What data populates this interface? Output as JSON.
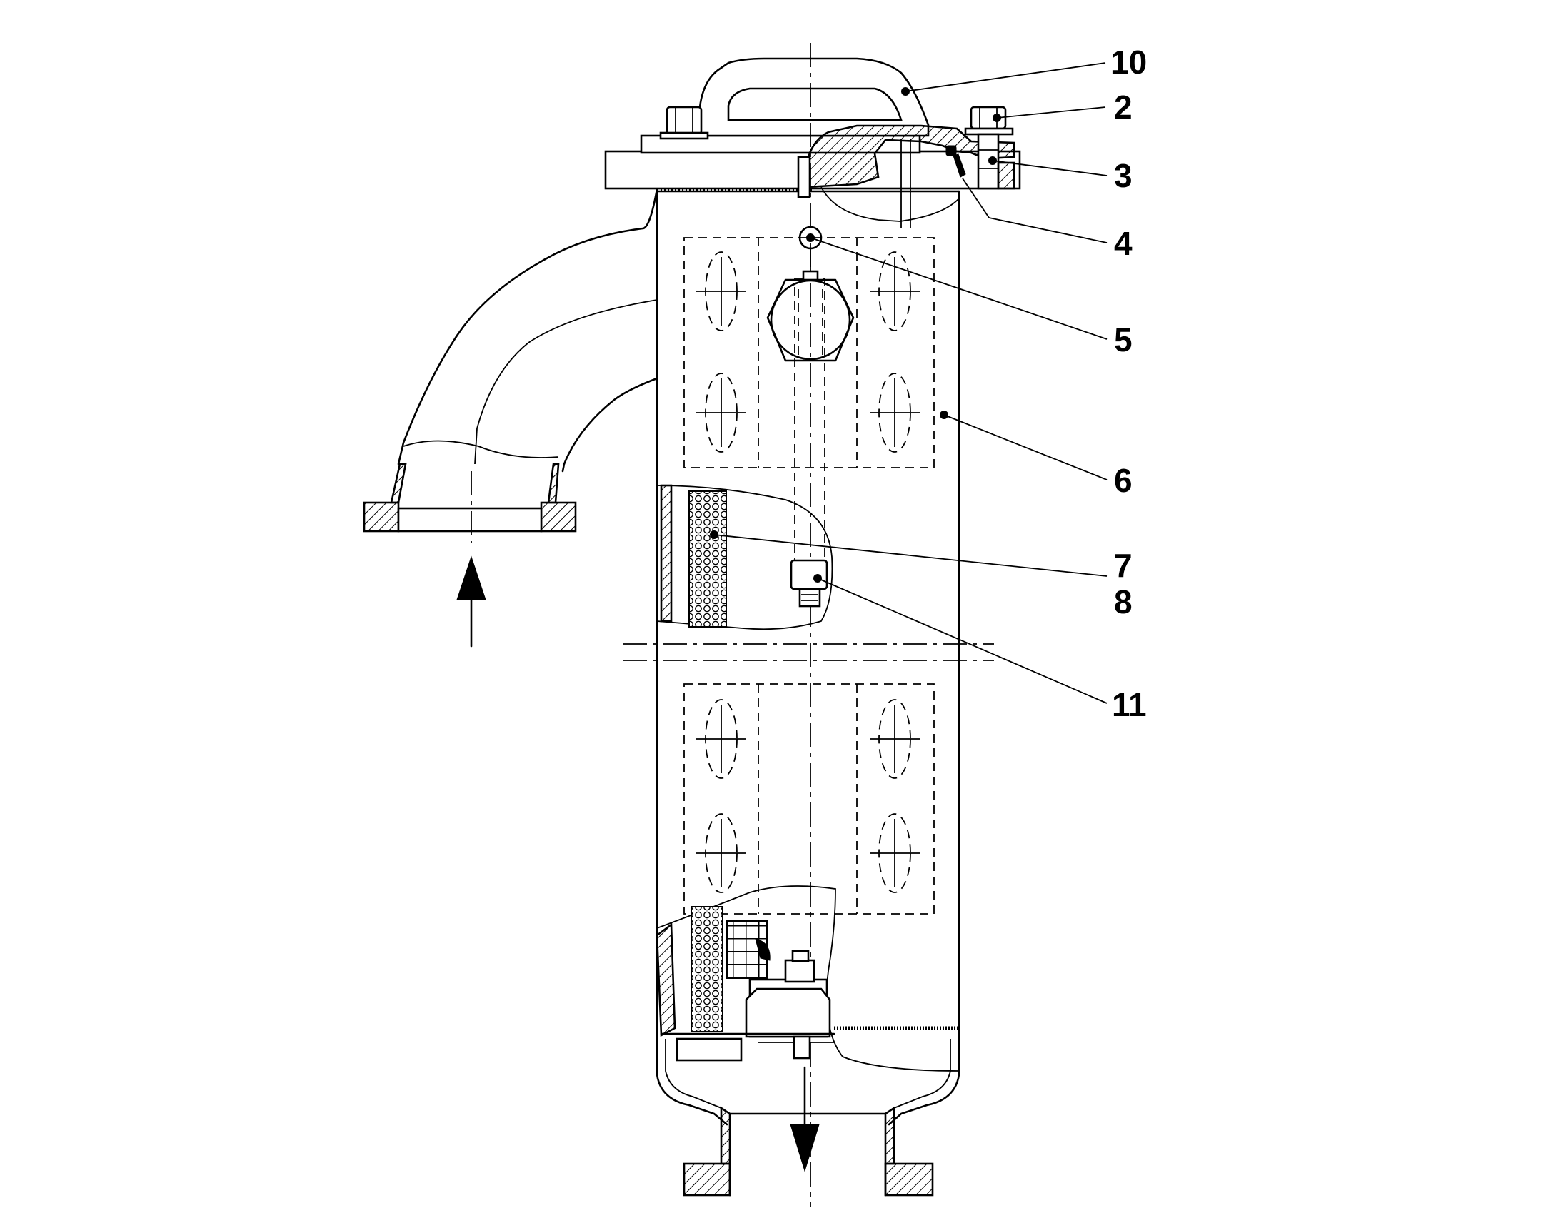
{
  "callouts": [
    {
      "id": "10",
      "label": "10"
    },
    {
      "id": "2",
      "label": "2"
    },
    {
      "id": "3",
      "label": "3"
    },
    {
      "id": "4",
      "label": "4"
    },
    {
      "id": "5",
      "label": "5"
    },
    {
      "id": "6",
      "label": "6"
    },
    {
      "id": "7",
      "label": "7"
    },
    {
      "id": "8",
      "label": "8"
    },
    {
      "id": "11",
      "label": "11"
    }
  ],
  "flow": {
    "inlet_direction": "up",
    "outlet_direction": "down"
  },
  "colors": {
    "line": "#000000",
    "background": "#ffffff"
  }
}
